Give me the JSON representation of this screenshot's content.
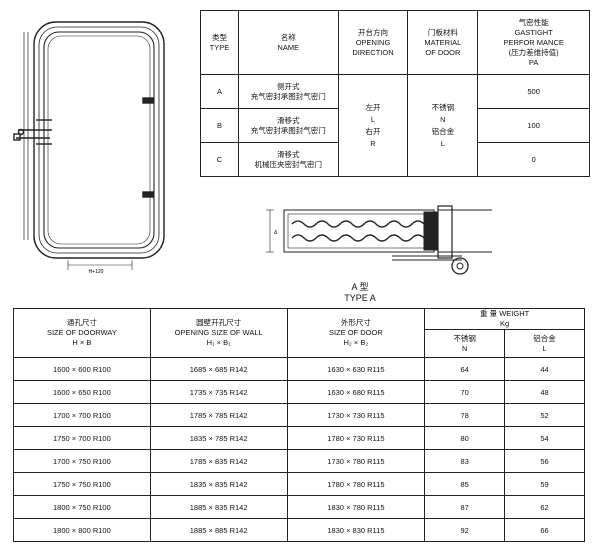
{
  "spec_table": {
    "headers": {
      "type": [
        "类型",
        "TYPE"
      ],
      "name": [
        "名称",
        "NAME"
      ],
      "opening": [
        "开台方向",
        "OPENING",
        "DIRECTION"
      ],
      "material": [
        "门板材料",
        "MATERIAL",
        "OF DOOR"
      ],
      "gastight": [
        "气密性能",
        "GASTIGHT",
        "PERFOR MANCE",
        "(压力差维持值)",
        "PA"
      ]
    },
    "rows": [
      {
        "type": "A",
        "name": [
          "侧开式",
          "充气密封承图封气密门"
        ],
        "gas": "500"
      },
      {
        "type": "B",
        "name": [
          "滑移式",
          "充气密封承图封气密门"
        ],
        "gas": "100"
      },
      {
        "type": "C",
        "name": [
          "滑移式",
          "机械压夹密封气密门"
        ],
        "gas": "0"
      }
    ],
    "opening_values": [
      "左开",
      "L",
      "右开",
      "R"
    ],
    "material_values": [
      "不锈钢",
      "N",
      "铝合金",
      "L"
    ]
  },
  "section": {
    "caption_cn": "A 型",
    "caption_en": "TYPE A",
    "dim_label": "Δ"
  },
  "drawing": {
    "label": "H+120"
  },
  "dims_table": {
    "h1": [
      "通孔尺寸",
      "SIZE OF DOORWAY",
      "H × B"
    ],
    "h2": [
      "圆壁开孔尺寸",
      "OPENING SIZE OF WALL",
      "H₁ × B₁"
    ],
    "h3": [
      "外形尺寸",
      "SIZE OF DOOR",
      "H₂ × B₂"
    ],
    "h4": [
      "重  量  WEIGHT",
      "Kg"
    ],
    "h4a": [
      "不锈钢",
      "N"
    ],
    "h4b": [
      "铝合金",
      "L"
    ],
    "rows": [
      [
        "1600 × 600   R100",
        "1685 × 685   R142",
        "1630 × 630   R115",
        "64",
        "44"
      ],
      [
        "1600 × 650   R100",
        "1735 × 735   R142",
        "1630 × 680   R115",
        "70",
        "48"
      ],
      [
        "1700 × 700   R100",
        "1785 × 785   R142",
        "1730 × 730   R115",
        "78",
        "52"
      ],
      [
        "1750 × 700   R100",
        "1835 × 785   R142",
        "1780 × 730   R115",
        "80",
        "54"
      ],
      [
        "1700 × 750   R100",
        "1785 × 835   R142",
        "1730 × 780   R115",
        "83",
        "56"
      ],
      [
        "1750 × 750   R100",
        "1835 × 835   R142",
        "1780 × 780   R115",
        "85",
        "59"
      ],
      [
        "1800 × 750   R100",
        "1885 × 835   R142",
        "1830 × 780   R115",
        "87",
        "62"
      ],
      [
        "1800 × 800   R100",
        "1885 × 885   R142",
        "1830 × 830   R115",
        "92",
        "66"
      ]
    ]
  }
}
